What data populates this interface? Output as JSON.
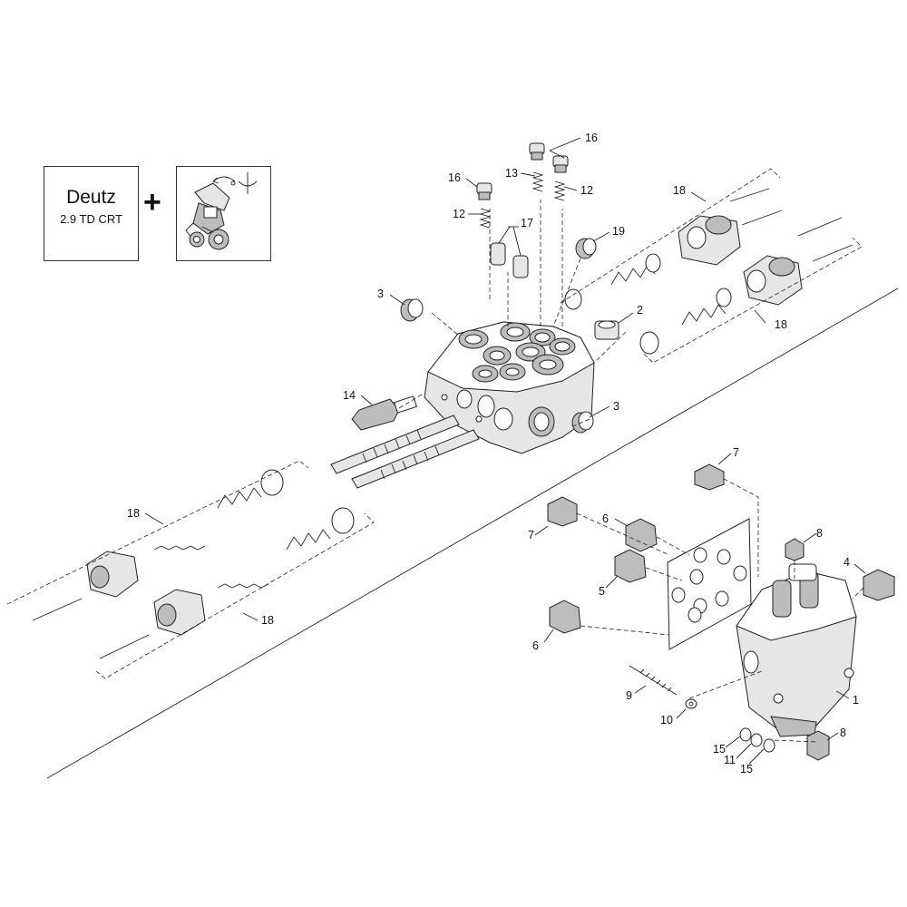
{
  "engine_badge": {
    "brand": "Deutz",
    "model": "2.9 TD CRT"
  },
  "plus_sign": "+",
  "callouts": [
    {
      "id": "c16a",
      "text": "16"
    },
    {
      "id": "c16b",
      "text": "16"
    },
    {
      "id": "c13",
      "text": "13"
    },
    {
      "id": "c12a",
      "text": "12"
    },
    {
      "id": "c12b",
      "text": "12"
    },
    {
      "id": "c17",
      "text": "17"
    },
    {
      "id": "c19",
      "text": "19"
    },
    {
      "id": "c18a",
      "text": "18"
    },
    {
      "id": "c18b",
      "text": "18"
    },
    {
      "id": "c18c",
      "text": "18"
    },
    {
      "id": "c18d",
      "text": "18"
    },
    {
      "id": "c3a",
      "text": "3"
    },
    {
      "id": "c3b",
      "text": "3"
    },
    {
      "id": "c2",
      "text": "2"
    },
    {
      "id": "c14",
      "text": "14"
    },
    {
      "id": "c7a",
      "text": "7"
    },
    {
      "id": "c7b",
      "text": "7"
    },
    {
      "id": "c6a",
      "text": "6"
    },
    {
      "id": "c6b",
      "text": "6"
    },
    {
      "id": "c5",
      "text": "5"
    },
    {
      "id": "c4",
      "text": "4"
    },
    {
      "id": "c8a",
      "text": "8"
    },
    {
      "id": "c8b",
      "text": "8"
    },
    {
      "id": "c9",
      "text": "9"
    },
    {
      "id": "c10",
      "text": "10"
    },
    {
      "id": "c1",
      "text": "1"
    },
    {
      "id": "c15a",
      "text": "15"
    },
    {
      "id": "c15b",
      "text": "15"
    },
    {
      "id": "c11",
      "text": "11"
    }
  ]
}
